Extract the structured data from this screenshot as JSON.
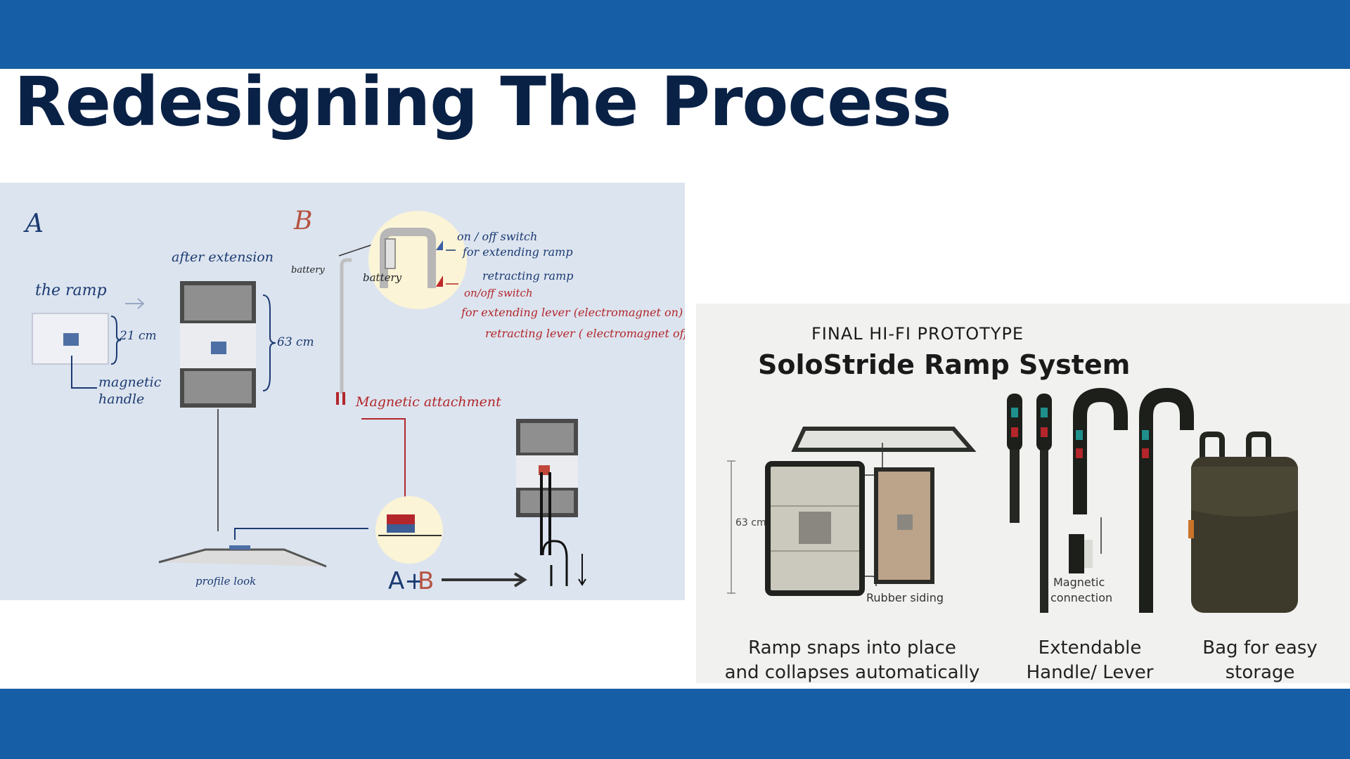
{
  "slide": {
    "title": "Redesigning The Process"
  },
  "colors": {
    "band": "#165ea5",
    "title": "#0a2146",
    "sketch_bg": "#dce4ef",
    "proto_bg": "#f1f1ef",
    "ink_blue": "#1b3a72",
    "ink_red": "#b3262b"
  },
  "sketch": {
    "label_a": "A",
    "label_b": "B",
    "the_ramp": "the ramp",
    "dim_21": "21 cm",
    "magnetic": "magnetic",
    "handle": "handle",
    "after_extension": "after extension",
    "dim_63": "63 cm",
    "battery_small": "battery",
    "battery_circle": "battery",
    "switch_line1": "on / off switch",
    "switch_line2": "for extending ramp",
    "switch_line3": "retracting ramp",
    "red_line1": "on/off switch",
    "red_line2": "for extending lever (electromagnet on)",
    "red_line3": "retracting lever ( electromagnet off )",
    "magnetic_attachment": "Magnetic attachment",
    "profile_look": "profile look",
    "a_plus": "A+",
    "b_part": "B"
  },
  "prototype": {
    "kicker": "FINAL HI-FI PROTOTYPE",
    "heading": "SoloStride Ramp System",
    "dim_63": "63 cm",
    "rubber_siding": "Rubber siding",
    "magnetic_connection_1": "Magnetic",
    "magnetic_connection_2": "connection",
    "captions": [
      {
        "line1": "Ramp snaps into place",
        "line2": "and collapses automatically"
      },
      {
        "line1": "Extendable",
        "line2": "Handle/ Lever"
      },
      {
        "line1": "Bag for easy",
        "line2": "storage"
      }
    ]
  }
}
